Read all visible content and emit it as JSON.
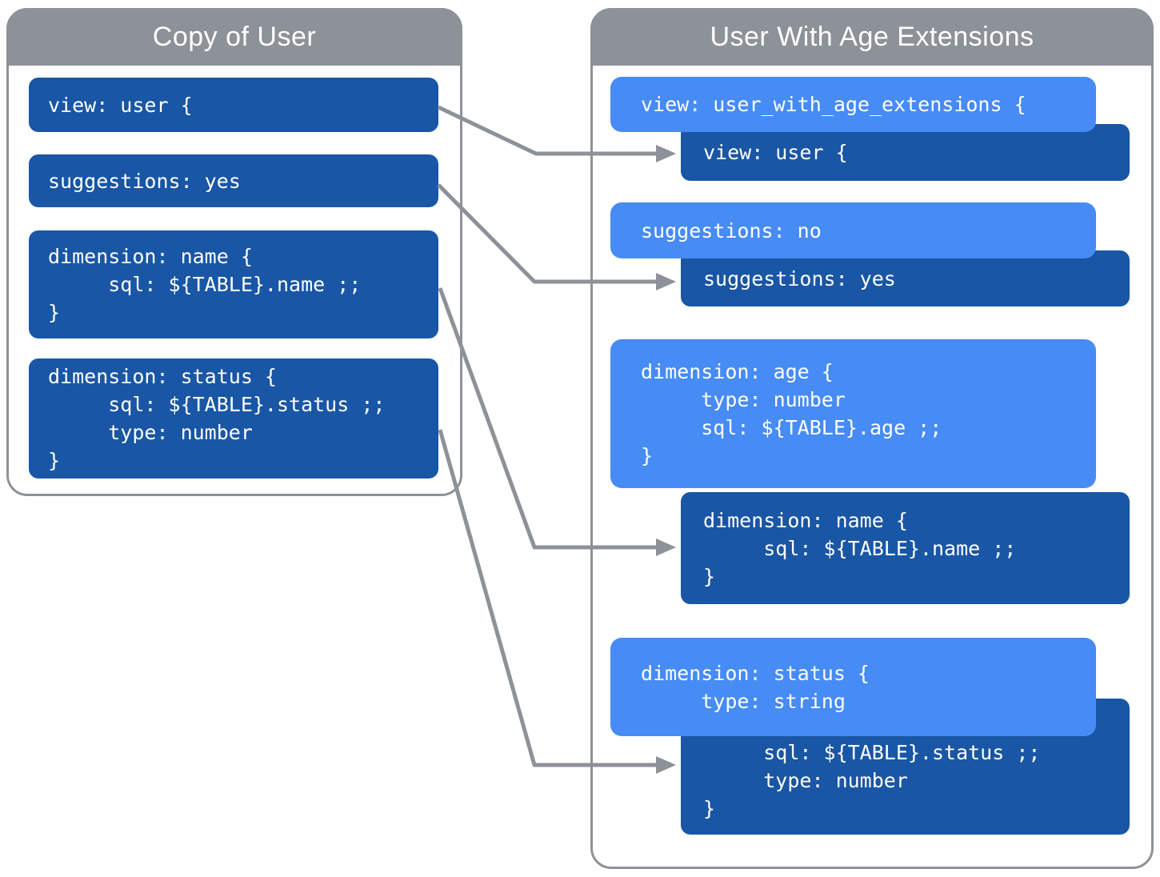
{
  "colors": {
    "dark_block": "#1956A5",
    "light_block": "#478BF5",
    "frame_gray": "#8D9298",
    "text": "#FFFFFF"
  },
  "left_panel": {
    "title": "Copy of User",
    "blocks": [
      {
        "name": "view-user",
        "lines": [
          "view: user {"
        ]
      },
      {
        "name": "suggestions-yes",
        "lines": [
          "suggestions: yes"
        ]
      },
      {
        "name": "dimension-name",
        "lines": [
          "dimension: name {",
          "     sql: ${TABLE}.name ;;",
          "}"
        ]
      },
      {
        "name": "dimension-status",
        "lines": [
          "dimension: status {",
          "     sql: ${TABLE}.status ;;",
          "     type: number",
          "}"
        ]
      }
    ]
  },
  "right_panel": {
    "title": "User With Age Extensions",
    "blocks": [
      {
        "name": "view-user-with-age-extensions",
        "kind": "light",
        "lines": [
          "view: user_with_age_extensions {"
        ]
      },
      {
        "name": "inherited-view-user",
        "kind": "dark",
        "lines": [
          "view: user {"
        ]
      },
      {
        "name": "suggestions-no",
        "kind": "light",
        "lines": [
          "suggestions: no"
        ]
      },
      {
        "name": "inherited-suggestions-yes",
        "kind": "dark",
        "lines": [
          "suggestions: yes"
        ]
      },
      {
        "name": "dimension-age",
        "kind": "light",
        "lines": [
          "dimension: age {",
          "     type: number",
          "     sql: ${TABLE}.age ;;",
          "}"
        ]
      },
      {
        "name": "inherited-dimension-name",
        "kind": "dark",
        "lines": [
          "dimension: name {",
          "     sql: ${TABLE}.name ;;",
          "}"
        ]
      },
      {
        "name": "dimension-status-override",
        "kind": "light",
        "lines": [
          "dimension: status {",
          "     type: string"
        ]
      },
      {
        "name": "inherited-dimension-status",
        "kind": "dark",
        "lines": [
          "dimension: status {",
          "     sql: ${TABLE}.status ;;",
          "     type: number",
          "}"
        ]
      }
    ]
  },
  "arrows": [
    {
      "from": "copy-of-user view: user {",
      "to": "inherited view: user {"
    },
    {
      "from": "copy-of-user suggestions: yes",
      "to": "inherited suggestions: yes"
    },
    {
      "from": "copy-of-user dimension: name",
      "to": "inherited dimension: name"
    },
    {
      "from": "copy-of-user dimension: status",
      "to": "inherited dimension: status"
    }
  ]
}
